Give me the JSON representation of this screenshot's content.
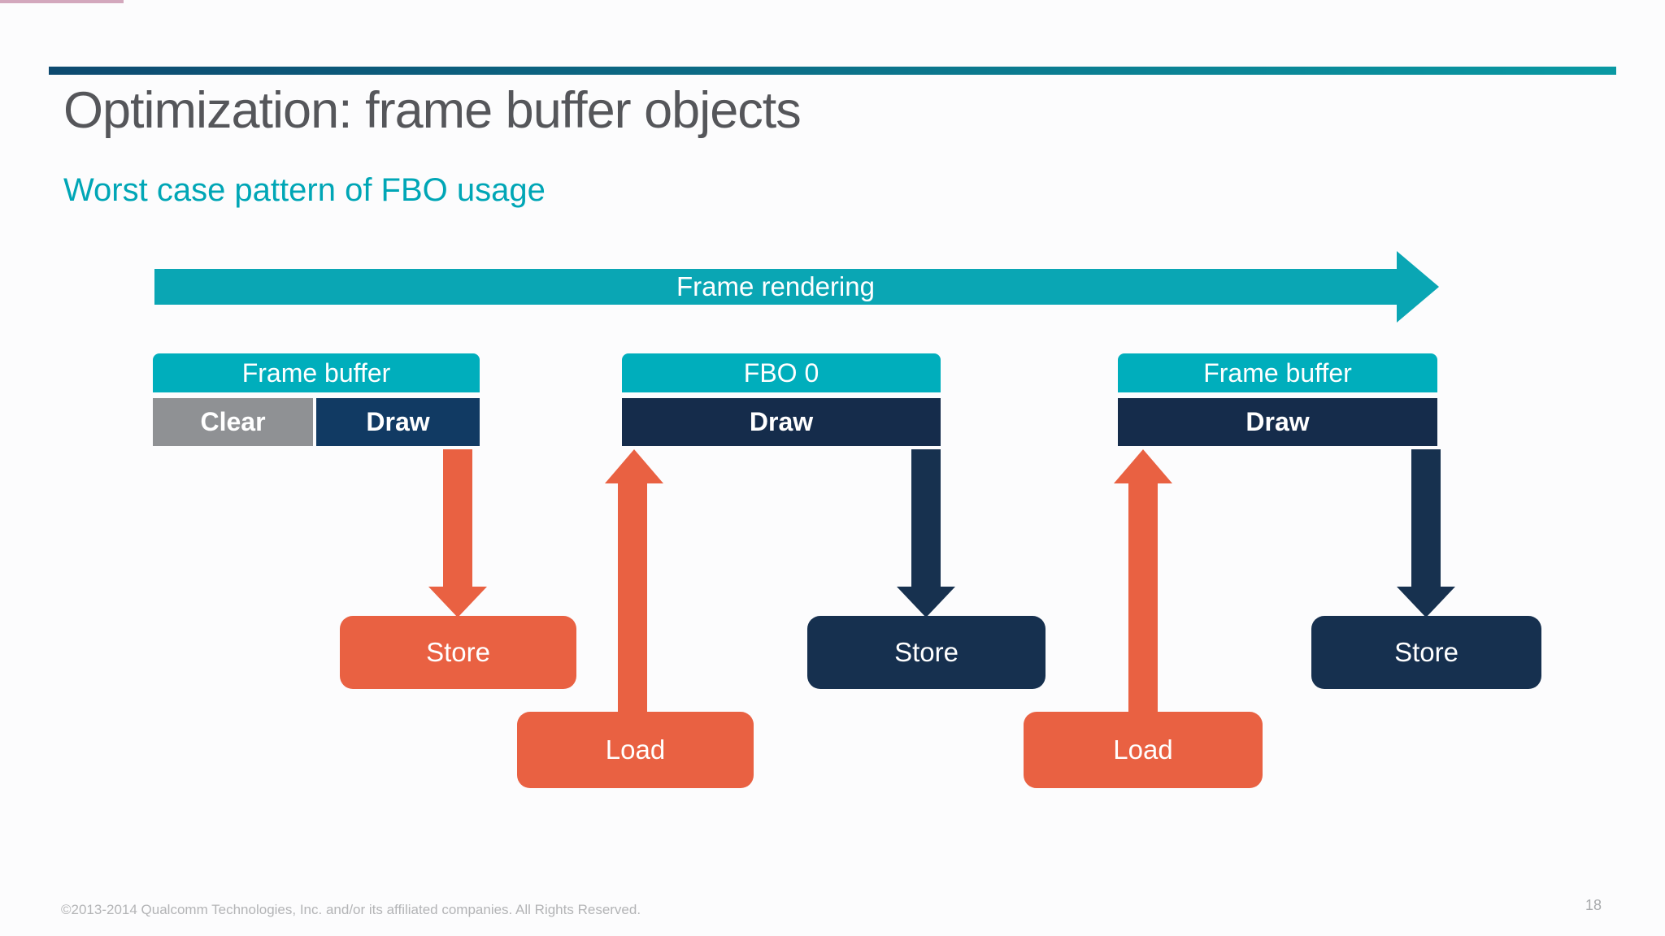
{
  "slide": {
    "title": "Optimization: frame buffer objects",
    "subtitle": "Worst case pattern of FBO usage",
    "footer": "©2013-2014 Qualcomm Technologies, Inc. and/or its affiliated companies. All Rights Reserved.",
    "page_number": "18"
  },
  "diagram": {
    "timeline_label": "Frame rendering",
    "columns": [
      {
        "header": "Frame buffer",
        "cells": [
          {
            "label": "Clear"
          },
          {
            "label": "Draw"
          }
        ]
      },
      {
        "header": "FBO 0",
        "cells": [
          {
            "label": "Draw"
          }
        ]
      },
      {
        "header": "Frame buffer",
        "cells": [
          {
            "label": "Draw"
          }
        ]
      }
    ],
    "stores": [
      "Store",
      "Store",
      "Store"
    ],
    "loads": [
      "Load",
      "Load"
    ]
  },
  "colors": {
    "accent_teal_arrow": "#0aa6b4",
    "accent_teal_header": "#00aebc",
    "rule_gradient_left": "#0d4a70",
    "rule_gradient_right": "#0a99a3",
    "navy_cell_light": "#113a63",
    "navy_cell_dark": "#152c4b",
    "navy_box": "#16304f",
    "gray_cell": "#8f9194",
    "orange": "#e96142",
    "title_gray": "#55565a",
    "subtitle_teal": "#00a6b6",
    "top_line_pink": "#d3a8bd",
    "footer_gray": "#b3b4b6"
  }
}
